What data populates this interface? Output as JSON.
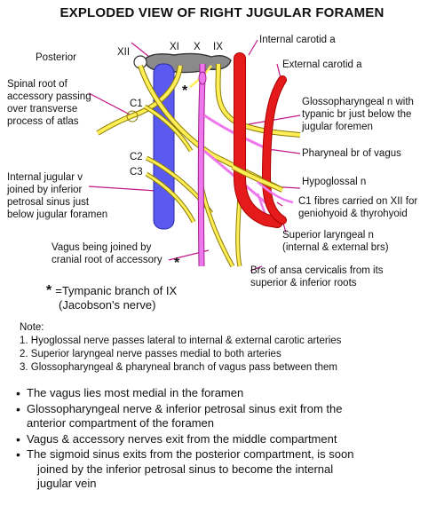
{
  "title": "EXPLODED VIEW OF RIGHT JUGULAR FORAMEN",
  "labels": {
    "posterior": "Posterior",
    "xii": "XII",
    "xi": "XI",
    "x": "X",
    "ix": "IX",
    "c1": "C1",
    "c2": "C2",
    "c3": "C3",
    "star": "*",
    "internal_carotid": "Internal carotid a",
    "external_carotid": "External carotid a",
    "glossopharyngeal": [
      "Glossopharyngeal n with",
      "typanic br  just below the",
      "jugular  foremen"
    ],
    "pharyngeal_vagus": "Pharyneal br of vagus",
    "hypoglossal": "Hypoglossal n",
    "c1_fibres": [
      "C1 fibres carried on XII for",
      "geniohyoid & thyrohyoid"
    ],
    "superior_laryngeal": [
      "Superior laryngeal n",
      "(internal & external brs)"
    ],
    "ansa": [
      "Brs of ansa cervicalis from its",
      "superior & inferior roots"
    ],
    "spinal_root": [
      "Spinal root of",
      "accessory passing",
      "over transverse",
      "process of atlas"
    ],
    "ijv": [
      "Internal jugular v",
      "joined by inferior",
      "petrosal sinus just",
      "below jugular foramen"
    ],
    "vagus_joined": [
      "Vagus being joined by",
      "cranial root of accessory"
    ]
  },
  "legend": {
    "star": "*",
    "line1": "=Tympanic branch of IX",
    "line2": "(Jacobson's nerve)"
  },
  "notes": {
    "heading": "Note:",
    "items": [
      "1. Hyoglossal nerve passes lateral to internal & external carotic arteries",
      "2. Superior laryngeal nerve passes medial to both arteries",
      "3. Glossopharyngeal & pharyneal branch of vagus pass between them"
    ]
  },
  "bullets": {
    "b1": [
      "The vagus lies most medial in the foramen"
    ],
    "b2": [
      "Glossopharyngeal nerve & inferior petrosal sinus exit from the",
      "anterior compartment of the foramen"
    ],
    "b3": [
      "Vagus & accessory nerves exit from the middle compartment"
    ],
    "b4": [
      "The sigmoid sinus exits from the posterior compartment, is soon",
      "joined by the inferior petrosal sinus to become the internal",
      "jugular vein"
    ]
  },
  "colors": {
    "nerve": "#ffee55",
    "nerve_stroke": "#8a7a00",
    "vein": "#5a5af0",
    "artery": "#e51a1a",
    "vagus": "#ee77ee",
    "pointer": "#a0207a",
    "foramen": "#888888"
  }
}
